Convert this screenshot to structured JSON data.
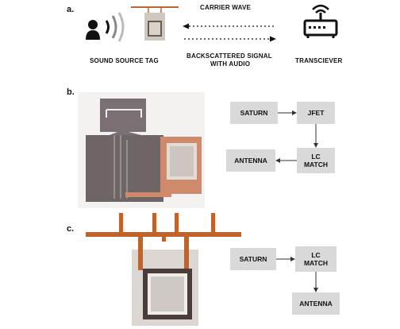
{
  "panels": {
    "a": {
      "label": "a.",
      "sound_source": "SOUND SOURCE",
      "tag": "TAG",
      "carrier": "CARRIER WAVE",
      "backscatter_line1": "BACKSCATTERED SIGNAL",
      "backscatter_line2": "WITH AUDIO",
      "transceiver": "TRANSCIEVER"
    },
    "b": {
      "label": "b.",
      "saturn": "SATURN",
      "jfet": "JFET",
      "lc_line1": "LC",
      "lc_line2": "MATCH",
      "antenna": "ANTENNA"
    },
    "c": {
      "label": "c.",
      "saturn": "SATURN",
      "lc_line1": "LC",
      "lc_line2": "MATCH",
      "antenna": "ANTENNA"
    }
  },
  "colors": {
    "copper": "#c0622b",
    "box": "#d9d9d9",
    "text": "#111111"
  },
  "icons": [
    "person-speaking-icon",
    "sound-wave-icon",
    "router-icon"
  ]
}
